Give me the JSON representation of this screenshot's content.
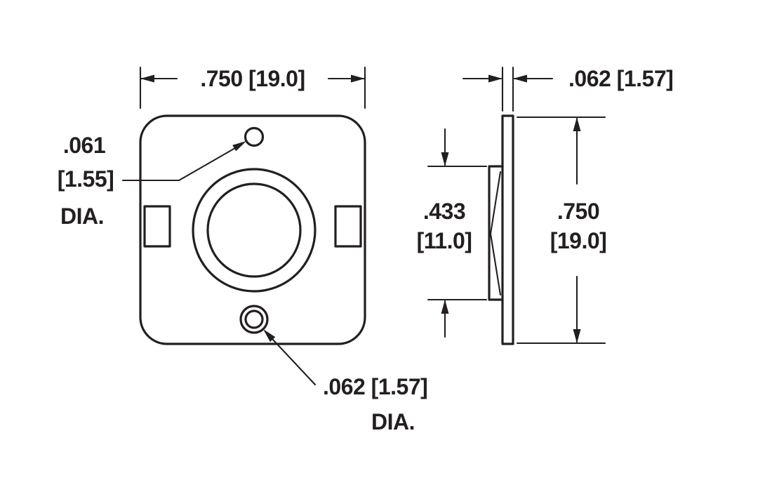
{
  "drawing": {
    "title": "component-dimension-drawing",
    "front_view": {
      "width_dim": ".750 [19.0]",
      "top_hole_label": {
        "l1": ".061",
        "l2": "[1.55]",
        "l3": "DIA."
      },
      "bottom_hole_label": {
        "value": ".062 [1.57]",
        "dia": "DIA."
      }
    },
    "side_view": {
      "thickness_dim": ".062 [1.57]",
      "body_height_dim": {
        "l1": ".433",
        "l2": "[11.0]"
      },
      "overall_height_dim": {
        "l1": ".750",
        "l2": "[19.0]"
      }
    },
    "colors": {
      "line": "#231f20",
      "background": "#ffffff"
    }
  }
}
